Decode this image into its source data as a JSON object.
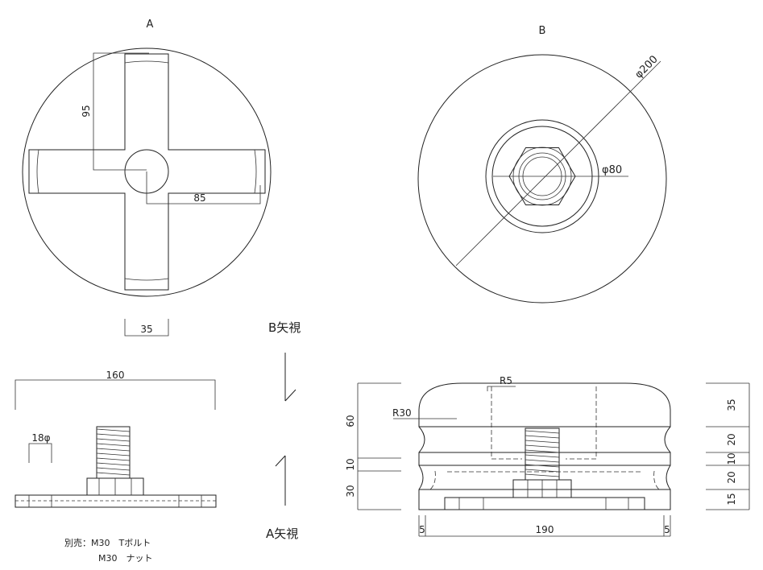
{
  "views": {
    "view_a_label": "A",
    "view_b_label": "B",
    "arrow_b_label": "B矢視",
    "arrow_a_label": "A矢視"
  },
  "dimensions": {
    "a_vertical": "95",
    "a_horizontal": "85",
    "a_arm_width": "35",
    "b_outer": "φ200",
    "b_inner": "φ80",
    "base_length": "160",
    "hole": "18φ",
    "radius_small": "R5",
    "radius_large": "R30",
    "left_60": "60",
    "left_10": "10",
    "left_30": "30",
    "right_35": "35",
    "right_20a": "20",
    "right_10": "10",
    "right_20b": "20",
    "right_15": "15",
    "bottom_5_left": "5",
    "bottom_190": "190",
    "bottom_5_right": "5"
  },
  "notes": {
    "line1": "別売：M30　Tボルト",
    "line2": "M30　ナット"
  }
}
